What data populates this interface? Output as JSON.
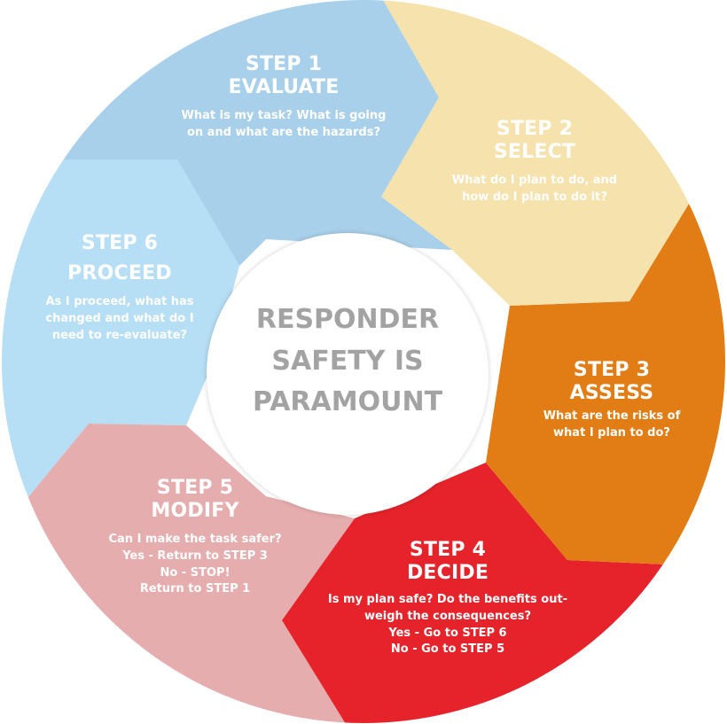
{
  "center": {
    "lines": [
      "RESPONDER",
      "SAFETY IS",
      "PARAMOUNT"
    ]
  },
  "steps": [
    {
      "step": "STEP 1",
      "name": "EVALUATE",
      "lines": [
        "What is my task?  What is going",
        "on and what are the hazards?"
      ],
      "color": "#a9d0ea"
    },
    {
      "step": "STEP 2",
      "name": "SELECT",
      "lines": [
        "What do I plan to do, and",
        "how do I plan to do it?"
      ],
      "color": "#f6e2ac"
    },
    {
      "step": "STEP 3",
      "name": "ASSESS",
      "lines": [
        "What are the risks of",
        "what I plan to do?"
      ],
      "color": "#e17d14"
    },
    {
      "step": "STEP 4",
      "name": "DECIDE",
      "lines": [
        "Is my plan safe?  Do the benefits out-",
        "weigh the consequences?",
        "Yes - Go to STEP 6",
        "No - Go to STEP 5"
      ],
      "color": "#e6232a"
    },
    {
      "step": "STEP 5",
      "name": "MODIFY",
      "lines": [
        "Can I make the task safer?",
        "Yes - Return to STEP 3",
        "No - STOP!",
        "Return to STEP 1"
      ],
      "color": "#e6adae"
    },
    {
      "step": "STEP 6",
      "name": "PROCEED",
      "lines": [
        "As I proceed, what has",
        "changed and what do I",
        "need to re-evaluate?"
      ],
      "color": "#b6def4"
    }
  ]
}
